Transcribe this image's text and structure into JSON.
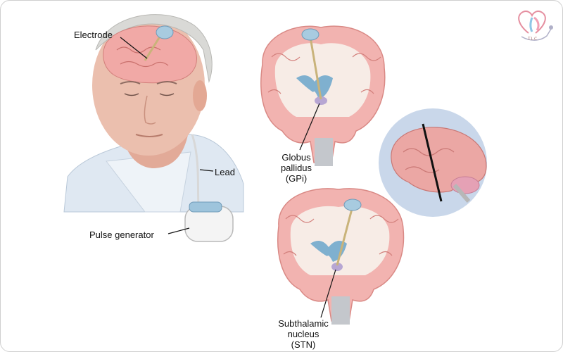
{
  "labels": {
    "electrode": "Electrode",
    "lead": "Lead",
    "pulse_generator": "Pulse generator",
    "gpi_line1": "Globus",
    "gpi_line2": "pallidus",
    "gpi_line3": "(GPi)",
    "stn_line1": "Subthalamic",
    "stn_line2": "nucleus",
    "stn_line3": "(STN)"
  },
  "logo": {
    "text": "TLC",
    "icon": "heart-stethoscope-logo-icon"
  },
  "colors": {
    "brain": "#f2b3b0",
    "brain_dark": "#d98985",
    "white_matter": "#f7ece6",
    "ventricle": "#7fb0cf",
    "electrode_disc": "#9ec4dc",
    "lead_wire": "#c9b37a",
    "skin": "#e8b8a8",
    "shirt": "#dce6f0",
    "inset_circle": "#c9d7ea"
  }
}
